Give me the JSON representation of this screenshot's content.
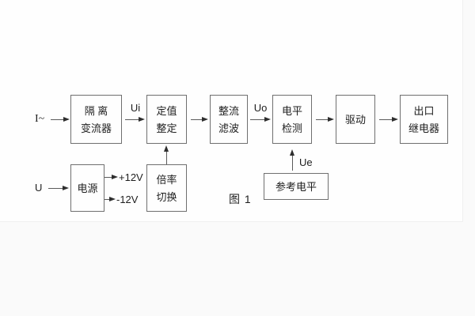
{
  "figure": {
    "caption": "图 1"
  },
  "signals": {
    "current_input": "I~",
    "voltage_input": "U",
    "ui": "Ui",
    "uo": "Uo",
    "ue": "Ue",
    "rail_pos": "+12V",
    "rail_neg": "-12V"
  },
  "blocks": {
    "isolation": {
      "line1": "隔 离",
      "line2": "变流器"
    },
    "setpoint": {
      "line1": "定值",
      "line2": "整定"
    },
    "rectify": {
      "line1": "整流",
      "line2": "滤波"
    },
    "level": {
      "line1": "电平",
      "line2": "检测"
    },
    "drive": {
      "label": "驱动"
    },
    "relay": {
      "line1": "出口",
      "line2": "继电器"
    },
    "power": {
      "label": "电源"
    },
    "ratio": {
      "line1": "倍率",
      "line2": "切换"
    },
    "reference": {
      "label": "参考电平"
    }
  },
  "colors": {
    "background": "#fafafa",
    "paper": "#fefefe",
    "box_border": "#6f6f6f",
    "line": "#5a5a5a",
    "arrow_head": "#2e2e2e",
    "text": "#1e1e1e"
  }
}
